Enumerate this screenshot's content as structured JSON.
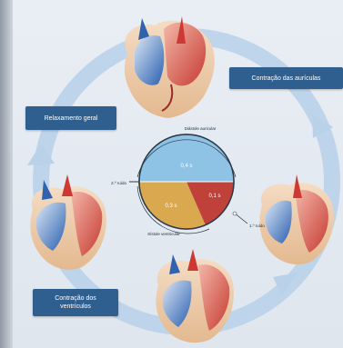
{
  "labels": {
    "atrial_contraction": "Contração das aurículas",
    "general_relaxation": "Relaxamento geral",
    "ventricular_contraction_line1": "Contração dos",
    "ventricular_contraction_line2": "ventrículos"
  },
  "pie": {
    "slice_top_label": "0,4 s",
    "slice_bottom_left_label": "0,3 s",
    "slice_bottom_right_label": "0,1 s",
    "marker_left": "2.º ruído",
    "marker_right": "1.º ruído",
    "arc_top_text": "Diástole auricular",
    "arc_bottom_text": "Sístole ventricular",
    "colors": {
      "top": "#8ec3e6",
      "bottom_left": "#d9a84f",
      "bottom_right": "#c0413a"
    }
  },
  "colors": {
    "cycle_arrow": "#b9d2ea",
    "label_bg": "#2f5f8f",
    "oxygenated": "#cc3a33",
    "deoxygenated": "#2f63b0"
  }
}
